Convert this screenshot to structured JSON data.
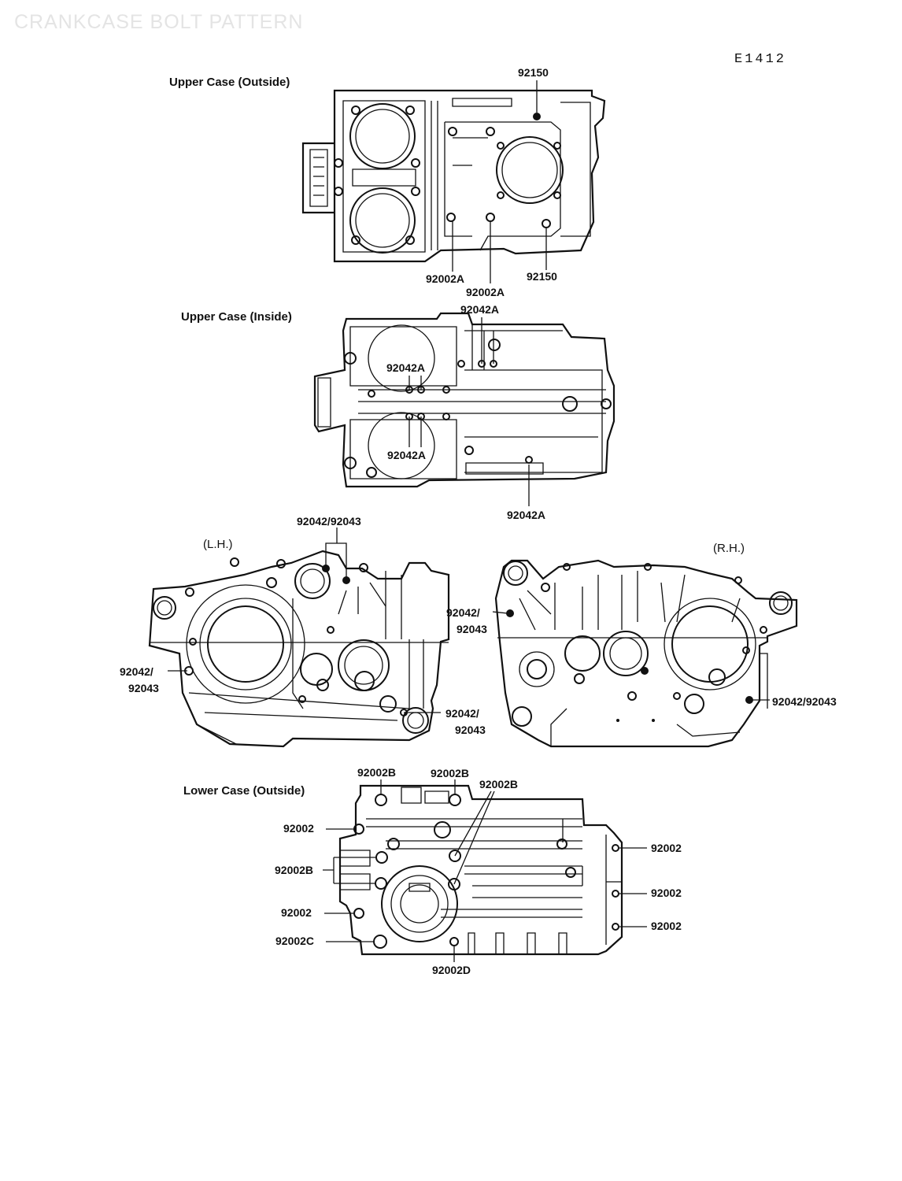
{
  "header": {
    "title": "CRANKCASE BOLT PATTERN",
    "diagram_code": "E1412"
  },
  "sections": {
    "upper_outside": "Upper Case (Outside)",
    "upper_inside": "Upper Case (Inside)",
    "lh": "(L.H.)",
    "rh": "(R.H.)",
    "lower_outside": "Lower Case (Outside)"
  },
  "callouts": {
    "uo_92150_top": "92150",
    "uo_92002A_left": "92002A",
    "uo_92002A_mid": "92002A",
    "uo_92150_right": "92150",
    "ui_92042A_top": "92042A",
    "ui_92042A_upper": "92042A",
    "ui_92042A_lower": "92042A",
    "ui_92042A_bottom": "92042A",
    "lh_top": "92042/92043",
    "lh_left_1": "92042/",
    "lh_left_2": "92043",
    "lh_bot_1": "92042/",
    "lh_bot_2": "92043",
    "rh_left_1": "92042/",
    "rh_left_2": "92043",
    "rh_right": "92042/92043",
    "lo_92002B_1": "92002B",
    "lo_92002B_2": "92002B",
    "lo_92002B_3": "92002B",
    "lo_92002_left_1": "92002",
    "lo_92002B_left": "92002B",
    "lo_92002_left_2": "92002",
    "lo_92002C": "92002C",
    "lo_92002D": "92002D",
    "lo_92002_right_1": "92002",
    "lo_92002_right_2": "92002",
    "lo_92002_right_3": "92002"
  }
}
